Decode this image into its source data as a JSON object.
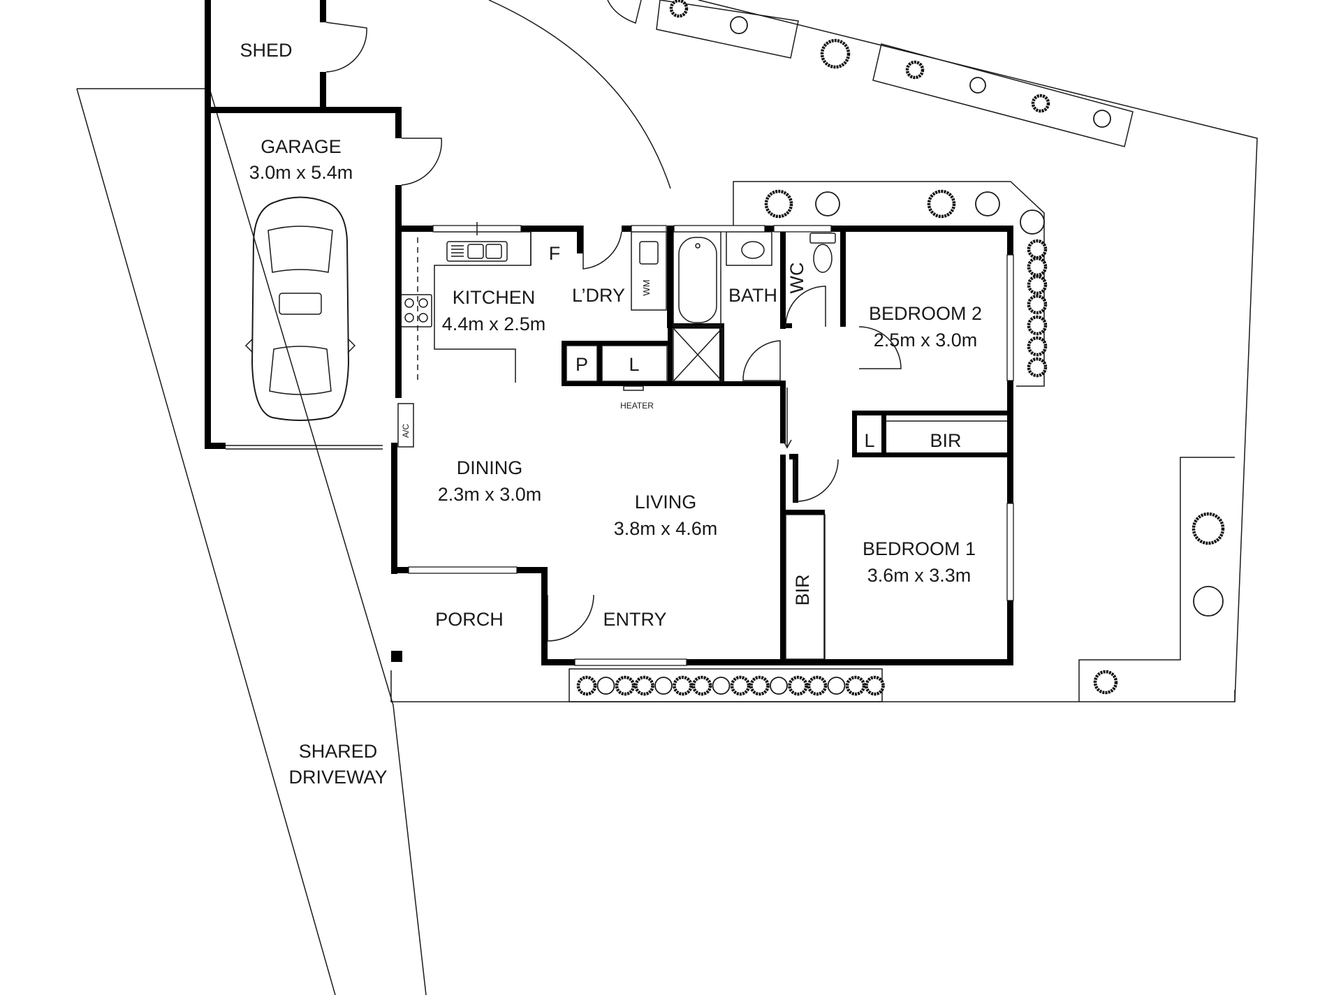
{
  "rooms": {
    "shed": "SHED",
    "garage": "GARAGE",
    "garage_size": "3.0m x 5.4m",
    "kitchen": "KITCHEN",
    "kitchen_size": "4.4m x 2.5m",
    "laundry": "L’DRY",
    "bath": "BATH",
    "wc": "WC",
    "bedroom2": "BEDROOM 2",
    "bedroom2_size": "2.5m x 3.0m",
    "dining": "DINING",
    "dining_size": "2.3m x 3.0m",
    "living": "LIVING",
    "living_size": "3.8m x 4.6m",
    "bedroom1": "BEDROOM 1",
    "bedroom1_size": "3.6m x 3.3m",
    "porch": "PORCH",
    "entry": "ENTRY",
    "bir_bed2": "BIR",
    "bir_bed1": "BIR",
    "shared_driveway_line1": "SHARED",
    "shared_driveway_line2": "DRIVEWAY"
  },
  "fixtures": {
    "fridge": "F",
    "washing_machine": "WM",
    "pantry": "P",
    "linen_kitchen": "L",
    "linen_bed2": "L",
    "heater": "HEATER",
    "air_conditioner": "A/C"
  },
  "colors": {
    "wall": "#000000",
    "line": "#1a1a1a",
    "background": "#ffffff"
  }
}
